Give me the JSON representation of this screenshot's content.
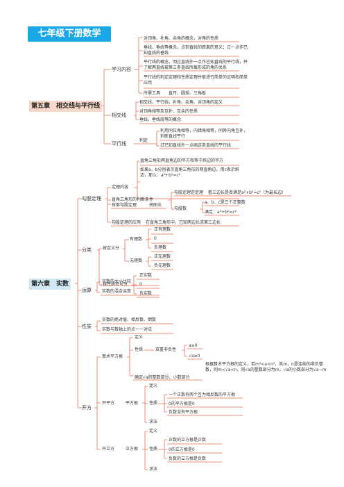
{
  "title": "七年级下册数学",
  "ch5": {
    "label": "第五章　相交线与平行线",
    "xxnr": {
      "label": "学习内容",
      "items": [
        "对顶角、补角、余角的概念，对角的性质",
        "垂线，垂线等概念，点到直线的距离的意义；过一点作已知直线的垂线",
        "平行线的概念，明过直线外一点作已知直线的平行线，并了解两直线被第三条直线所截形成的角的关系",
        "平行线的判定定理和性质定理并能进行简单的证明和简单应用",
        "所需工具　　直尺、圆规、三角板"
      ]
    },
    "xjx": {
      "label": "相交线",
      "items": [
        "相交线、平行线，补角、余角、对顶角的定义",
        "对顶角相等及互补、互余的性质",
        "垂线，垂线段等的概念"
      ]
    },
    "pxx": {
      "label": "平行线",
      "sub": "判定",
      "items": [
        "利用同位角相等，内错角相等，同旁内角互补，判断直线平行",
        "过已知直线外一点画这条直线的平行线"
      ]
    }
  },
  "ch6": {
    "label": "第六章　实数",
    "gg": {
      "label": "勾股定理",
      "dlnr": {
        "label": "定理内容",
        "items": [
          "直角三角形两直角边的平方和等于斜边的平方",
          "如果a，b分别表示直角三角形的两直角边，用c表示斜边，那么：a²+b²=c²"
        ]
      },
      "tsgg": {
        "label": "探索勾股定理",
        "value": "拼图法"
      },
      "pd": {
        "label": "直角三角形的判断条件",
        "nd": {
          "label": "勾股定理逆定理",
          "value": "看三边长是否满足a²+b²=c²（为最长边）"
        },
        "gs": {
          "label": "勾股数",
          "items": [
            "a、b、c是三个正整数",
            "满足：a²+b²=c²"
          ]
        }
      },
      "yy": {
        "label": "勾股定理的应用",
        "value": "在直角三角形中，已知两边长求第三边长"
      }
    },
    "fl": {
      "label": "分类",
      "adyfl": {
        "label": "按定义分",
        "yl": {
          "label": "有理数",
          "items": [
            "正有理数",
            "0",
            "负理数"
          ]
        },
        "wl": {
          "label": "无理数",
          "items": [
            "正无理数",
            "负无理数"
          ]
        }
      },
      "afh": {
        "label": "按性质符号分",
        "items": [
          "正实数",
          "0",
          "负实数"
        ]
      }
    },
    "ys": {
      "label": "运算",
      "items": [
        "实数的大小比较",
        "实数的混合运算"
      ]
    },
    "xz": {
      "label": "性质",
      "items": [
        "实数的绝对值、相反数、倒数",
        "实数与数轴上的点一一对应"
      ]
    },
    "kf": {
      "label": "开方",
      "sspfg": {
        "label": "算术平方根",
        "dy": "定义",
        "xz": "性质",
        "fxx": "双重非负性",
        "fxx_items": [
          "a≥0",
          "√a≥0"
        ],
        "qd": "确定√a的整数部分、小数部分",
        "qd_value": "根据算术平方根的定义，若m²<a<n²，其m，n是连续的非负整数，则m<√a<n，则√a的整数部分为m，√a的小数部分为√a−m"
      },
      "kpf": {
        "label": "开平方",
        "sub": "平方根",
        "dy": "定义",
        "xz": "性质",
        "items": [
          "一个正数有两个互为相反数的平方根",
          "0的平方根是0",
          "负数没有平方根"
        ],
        "qf": "求法"
      },
      "klf": {
        "label": "开立方",
        "sub": "立方根",
        "dy": "定义",
        "xz": "性质",
        "items": [
          "正数的立方根是正数",
          "0的立方根是0",
          "负数的立方根是负数"
        ],
        "qf": "求法"
      }
    }
  },
  "colors": {
    "line": "#e86f50",
    "box5": "#f6d7c8",
    "box6": "#cfe8f3",
    "title_bg": "#1aa7e8"
  }
}
